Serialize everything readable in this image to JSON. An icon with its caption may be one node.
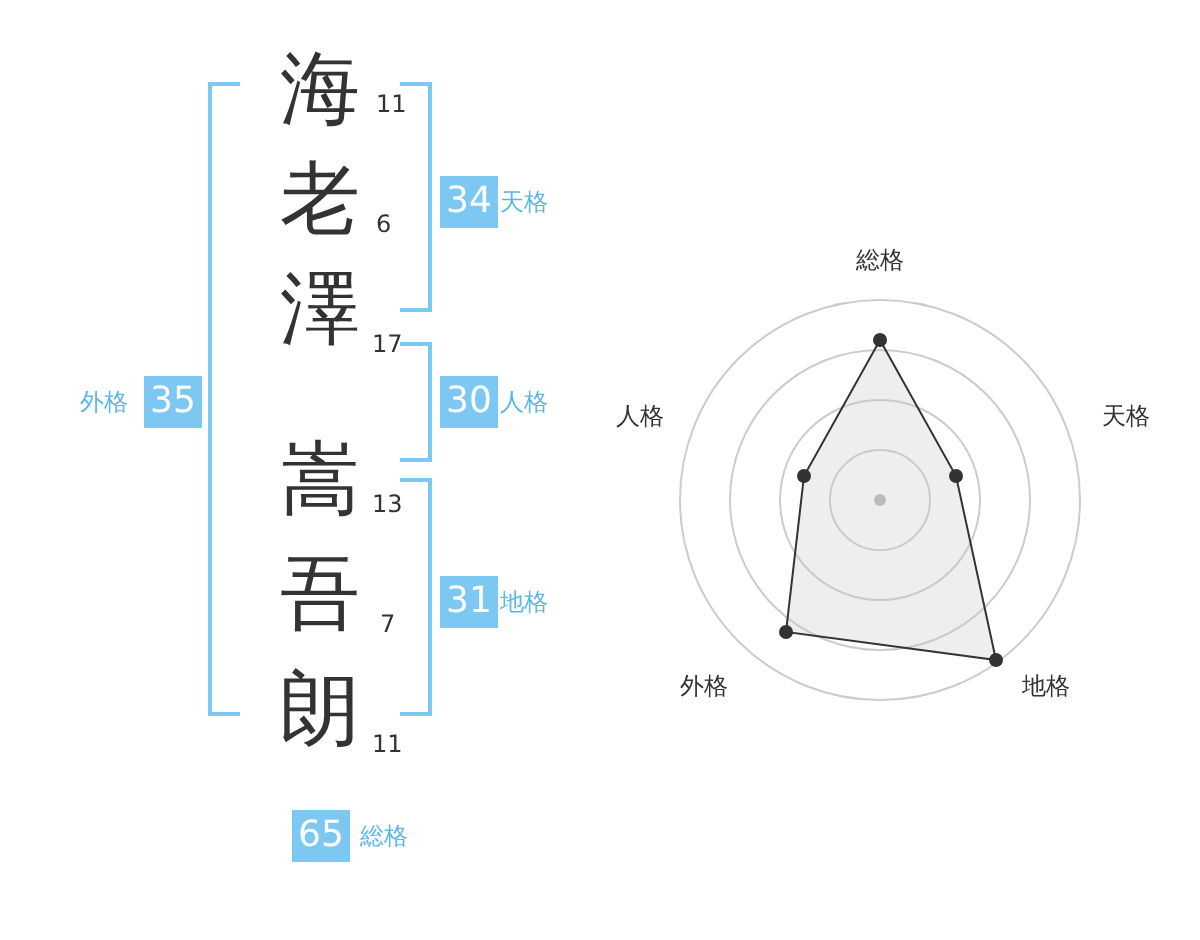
{
  "diagram": {
    "nodes": [
      {
        "text": [
          "34"
        ],
        "beside": [
          "天格"
        ]
      },
      {
        "text": [
          "35"
        ],
        "beside": [
          "外格"
        ]
      },
      {
        "text": [
          "30"
        ],
        "beside": [
          "人格"
        ]
      },
      {
        "text": [
          "31"
        ],
        "beside": [
          "地格"
        ]
      },
      {
        "text": [
          "65"
        ],
        "beside": [
          "総格"
        ]
      }
    ],
    "labels": [
      "海",
      "11",
      "老",
      "6",
      "澤",
      "17",
      "嵩",
      "13",
      "吾",
      "7",
      "朗",
      "11",
      "総格",
      "人格",
      "天格",
      "外格",
      "地格"
    ]
  }
}
